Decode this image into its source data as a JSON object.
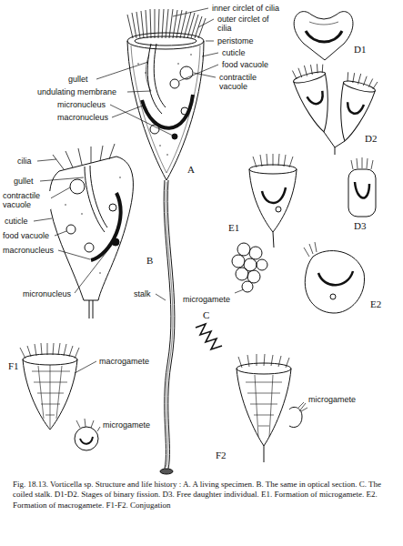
{
  "diagram": {
    "caption": "Fig. 18.13. Vorticella sp. Structure and life history : A. A living specimen. B. The same in optical section. C. The coiled stalk. D1-D2. Stages of binary fission. D3. Free daughter individual. E1. Formation of microgamete. E2. Formation of macrogamete. F1-F2. Conjugation",
    "labels": [
      "inner circlet of cilia",
      "outer circlet of cilia",
      "peristome",
      "cuticle",
      "food vacuole",
      "gullet",
      "contractile vacuole",
      "undulating membrane",
      "micronucleus",
      "macronucleus",
      "A",
      "cilia",
      "gullet",
      "contractile vacuole",
      "cuticle",
      "food vacuole",
      "macronucleus",
      "micronucleus",
      "B",
      "stalk",
      "C",
      "D1",
      "D2",
      "D3",
      "E1",
      "microgamete",
      "E2",
      "macrogamete",
      "microgamete",
      "F1",
      "F2",
      "microgamete"
    ]
  }
}
